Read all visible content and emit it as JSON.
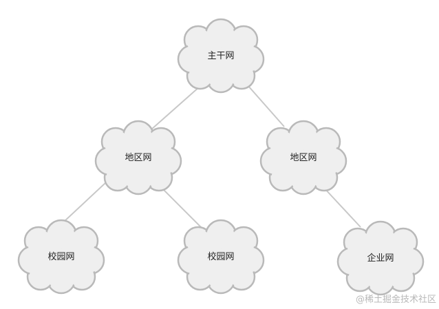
{
  "diagram": {
    "nodes": [
      {
        "id": "backbone",
        "label": "主干网",
        "icon": "cloud-icon"
      },
      {
        "id": "region-left",
        "label": "地区网",
        "icon": "cloud-icon"
      },
      {
        "id": "region-right",
        "label": "地区网",
        "icon": "cloud-icon"
      },
      {
        "id": "campus-left",
        "label": "校园网",
        "icon": "cloud-icon"
      },
      {
        "id": "campus-middle",
        "label": "校园网",
        "icon": "cloud-icon"
      },
      {
        "id": "enterprise",
        "label": "企业网",
        "icon": "cloud-icon"
      }
    ],
    "edges": [
      {
        "from": "backbone",
        "to": "region-left"
      },
      {
        "from": "backbone",
        "to": "region-right"
      },
      {
        "from": "region-left",
        "to": "campus-left"
      },
      {
        "from": "region-left",
        "to": "campus-middle"
      },
      {
        "from": "region-right",
        "to": "enterprise"
      }
    ],
    "colors": {
      "cloud_fill": "#efefef",
      "cloud_stroke": "#b9b9b9",
      "edge": "#c8c8c8",
      "label": "#222222"
    }
  },
  "watermark": {
    "text": "@稀土掘金技术社区"
  }
}
